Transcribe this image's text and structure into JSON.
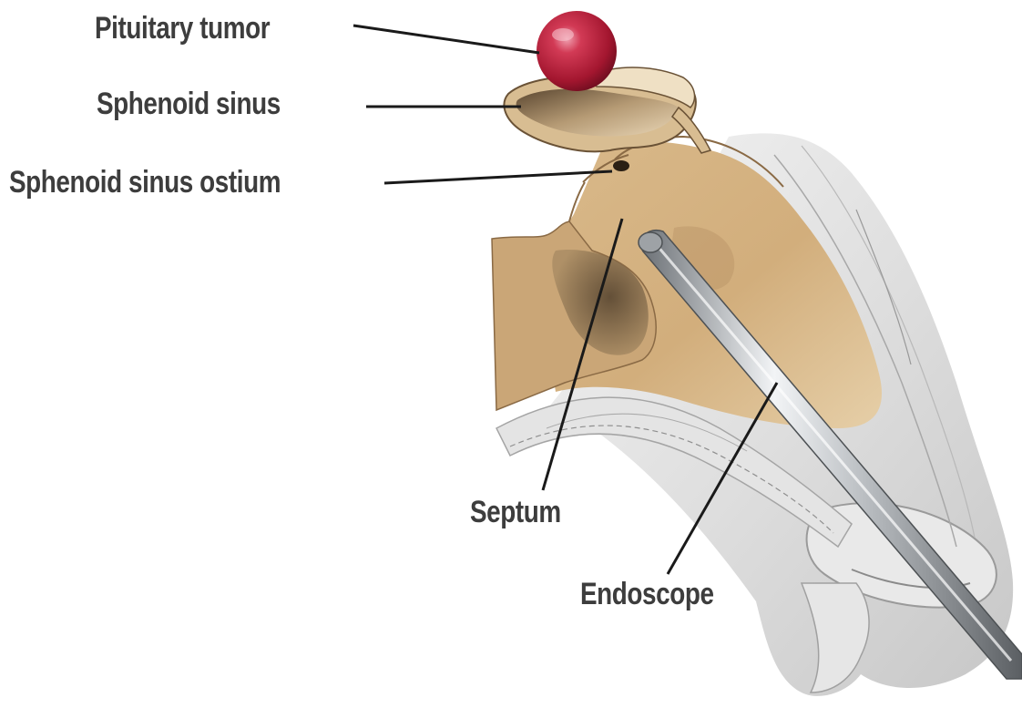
{
  "labels": {
    "pituitary_tumor": "Pituitary tumor",
    "sphenoid_sinus": "Sphenoid sinus",
    "sphenoid_sinus_ostium": "Sphenoid sinus ostium",
    "septum": "Septum",
    "endoscope": "Endoscope"
  },
  "colors": {
    "label_text": "#3d3d3d",
    "leader_line": "#1a1a1a",
    "tissue_tan": "#d8b888",
    "tissue_shadow": "#8a6a45",
    "tumor_red": "#b8203a",
    "skin_gray": "#dcdcdc",
    "endoscope_steel": "#a9adb1"
  }
}
